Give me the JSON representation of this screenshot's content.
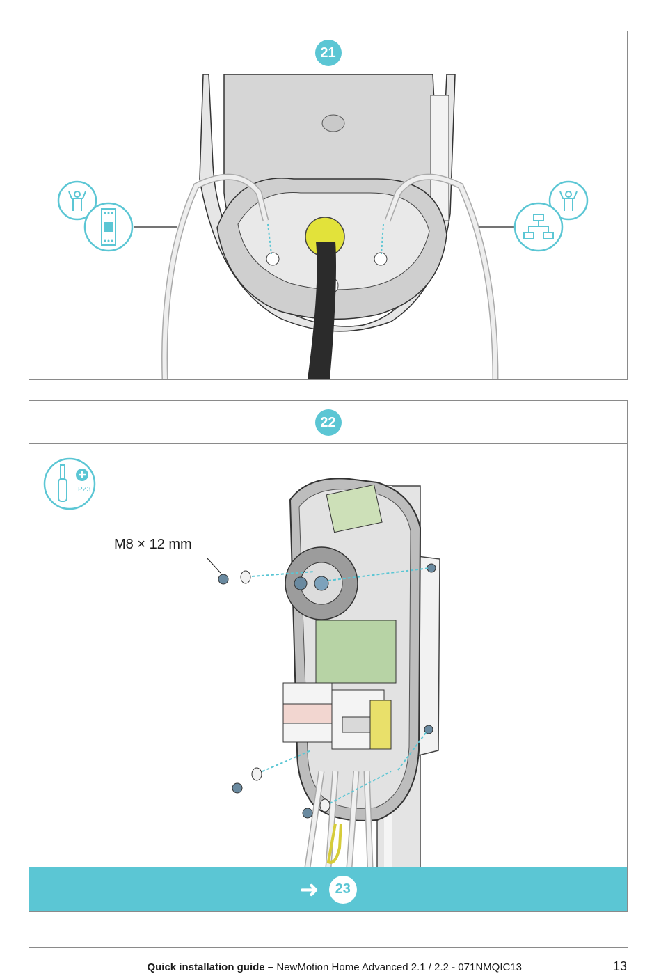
{
  "steps": {
    "step1": {
      "number": "21"
    },
    "step2": {
      "number": "22",
      "screw_label": "M8 × 12 mm",
      "tool_label": "PZ3"
    },
    "next_step": "23"
  },
  "icons": {
    "left_group": [
      "person-icon",
      "din-rail-module-icon"
    ],
    "right_group": [
      "person-icon",
      "network-diagram-icon"
    ],
    "tool": "screwdriver-pz3-icon",
    "next": "arrow-right-icon"
  },
  "footer": {
    "title_bold": "Quick installation guide –",
    "title_rest": " NewMotion Home Advanced 2.1 / 2.2 - 071NMQIC13",
    "page_number": "13"
  },
  "colors": {
    "accent": "#5bc6d4",
    "border": "#8a8a8a"
  }
}
